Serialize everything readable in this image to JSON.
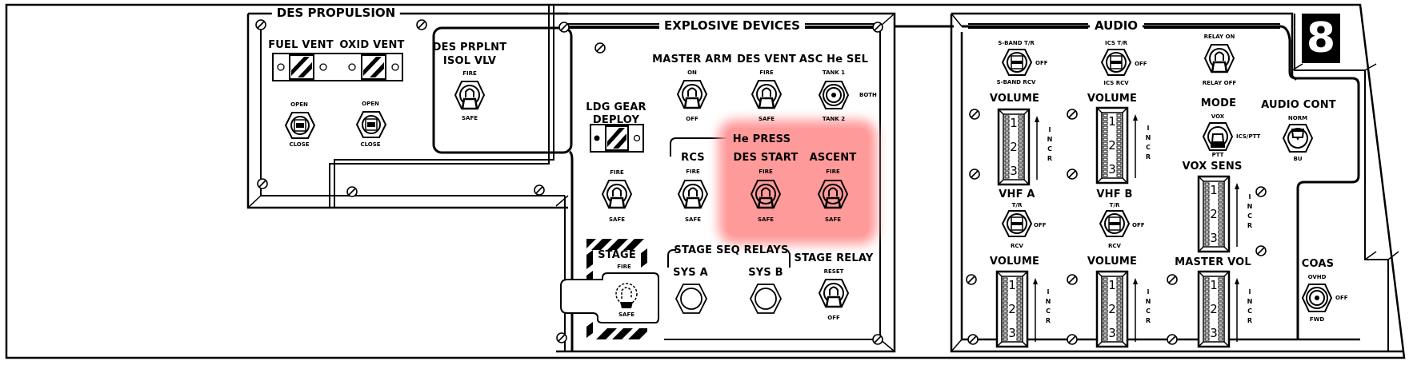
{
  "panel_number": "8",
  "highlight_color": "#ff9a9a",
  "des_propulsion": {
    "title": "DES PROPULSION",
    "fuel_vent": {
      "label": "FUEL VENT",
      "top": "OPEN",
      "bottom": "CLOSE"
    },
    "oxid_vent": {
      "label": "OXID VENT",
      "top": "OPEN",
      "bottom": "CLOSE"
    },
    "isol_vlv": {
      "label_line1": "DES PRPLNT",
      "label_line2": "ISOL VLV",
      "top": "FIRE",
      "bottom": "SAFE"
    }
  },
  "explosive_devices": {
    "title": "EXPLOSIVE DEVICES",
    "master_arm": {
      "label": "MASTER ARM",
      "top": "ON",
      "bottom": "OFF"
    },
    "des_vent": {
      "label": "DES VENT",
      "top": "FIRE",
      "bottom": "SAFE"
    },
    "asc_he_sel": {
      "label": "ASC He SEL",
      "top": "TANK 1",
      "right": "BOTH",
      "bottom": "TANK 2"
    },
    "ldg_gear": {
      "label_line1": "LDG GEAR",
      "label_line2": "DEPLOY",
      "top": "FIRE",
      "bottom": "SAFE"
    },
    "he_press": {
      "group_label": "He PRESS",
      "rcs": {
        "label": "RCS",
        "top": "FIRE",
        "bottom": "SAFE"
      },
      "des_start": {
        "label": "DES START",
        "top": "FIRE",
        "bottom": "SAFE"
      },
      "ascent": {
        "label": "ASCENT",
        "top": "FIRE",
        "bottom": "SAFE"
      }
    },
    "stage": {
      "label": "STAGE",
      "top": "FIRE",
      "bottom": "SAFE"
    },
    "stage_seq_relays": {
      "group_label": "STAGE SEQ RELAYS",
      "sys_a": "SYS A",
      "sys_b": "SYS B"
    },
    "stage_relay": {
      "label": "STAGE RELAY",
      "top": "RESET",
      "bottom": "OFF"
    }
  },
  "audio": {
    "title": "AUDIO",
    "sband": {
      "top": "S-BAND T/R",
      "right": "OFF",
      "bottom": "S-BAND RCV"
    },
    "ics": {
      "top": "ICS T/R",
      "right": "OFF",
      "bottom": "ICS RCV"
    },
    "relay": {
      "top": "RELAY ON",
      "bottom": "RELAY OFF"
    },
    "volume_label": "VOLUME",
    "incr": "INCR",
    "thumb_marks": [
      "1",
      "2",
      "3"
    ],
    "vhf_a": {
      "label": "VHF A",
      "top": "T/R",
      "right": "OFF",
      "bottom": "RCV"
    },
    "vhf_b": {
      "label": "VHF B",
      "top": "T/R",
      "right": "OFF",
      "bottom": "RCV"
    },
    "mode": {
      "label": "MODE",
      "top": "VOX",
      "right": "ICS/PTT",
      "bottom": "PTT"
    },
    "audio_cont": {
      "label": "AUDIO CONT",
      "top": "NORM",
      "bottom": "BU"
    },
    "vox_sens": {
      "label": "VOX SENS"
    },
    "master_vol": {
      "label": "MASTER VOL"
    },
    "coas": {
      "label": "COAS",
      "top": "OVHD",
      "right": "OFF",
      "bottom": "FWD"
    }
  }
}
